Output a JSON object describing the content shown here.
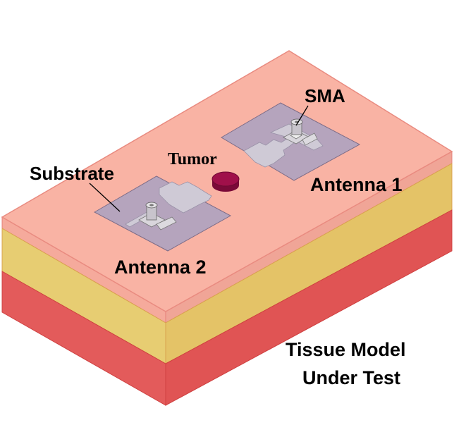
{
  "labels": {
    "sma": "SMA",
    "tumor": "Tumor",
    "substrate": "Substrate",
    "antenna1": "Antenna 1",
    "antenna2": "Antenna 2",
    "tissue_line1": "Tissue Model",
    "tissue_line2": "Under Test"
  },
  "colors": {
    "top_surface": "#f9b3a4",
    "top_edge": "#e98b80",
    "yellow_layer": "#e6c96a",
    "red_layer": "#e55a5a",
    "substrate": "#b5a4bd",
    "antenna_patch": "#cfcad6",
    "tumor": "#a0104a"
  }
}
